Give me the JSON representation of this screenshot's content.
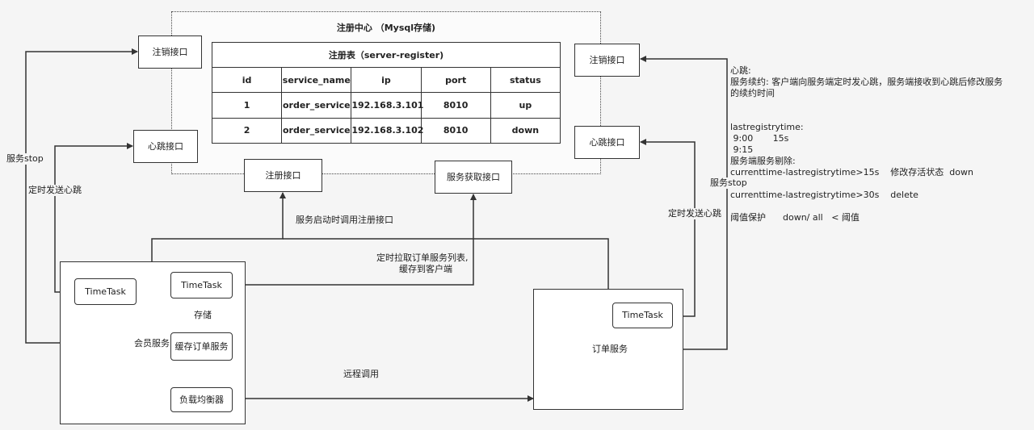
{
  "registry": {
    "title": "注册中心 （Mysql存储)",
    "table_title": "注册表（server-register)",
    "columns": [
      "id",
      "service_name",
      "ip",
      "port",
      "status"
    ],
    "rows": [
      [
        "1",
        "order_service",
        "192.168.3.101",
        "8010",
        "up"
      ],
      [
        "2",
        "order_service",
        "192.168.3.102",
        "8010",
        "down"
      ]
    ],
    "register_api": "注册接口",
    "fetch_api": "服务获取接口"
  },
  "left_apis": {
    "deregister": "注销接口",
    "heartbeat": "心跳接口"
  },
  "right_apis": {
    "deregister": "注销接口",
    "heartbeat": "心跳接口"
  },
  "member_service": {
    "name": "会员服务",
    "timetask_left": "TimeTask",
    "timetask_inner": "TimeTask",
    "store_label": "存储",
    "cache": "缓存订单服务",
    "load_balancer": "负载均衡器"
  },
  "order_service": {
    "name": "订单服务",
    "timetask": "TimeTask"
  },
  "labels": {
    "service_stop_left": "服务stop",
    "heartbeat_left": "定时发送心跳",
    "startup_register": "服务启动时调用注册接口",
    "pull_list_1": "定时拉取订单服务列表,",
    "pull_list_2": "缓存到客户端",
    "remote_call": "远程调用",
    "heartbeat_right": "定时发送心跳",
    "service_stop_right": "服务stop"
  },
  "notes": {
    "line1": "心跳:",
    "line2": "服务续约:    客户端向服务端定时发心跳，服务端接收到心跳后修改服务",
    "line3": "的续约时间",
    "line4": "lastregistrytime:",
    "line5": " 9:00       15s",
    "line6": " 9:15",
    "line7": "服务端服务剔除:",
    "line8": "currenttime-lastregistrytime>15s    修改存活状态  down",
    "line9": "currenttime-lastregistrytime>30s    delete",
    "line10": "阈值保护      down/ all   < 阈值"
  }
}
